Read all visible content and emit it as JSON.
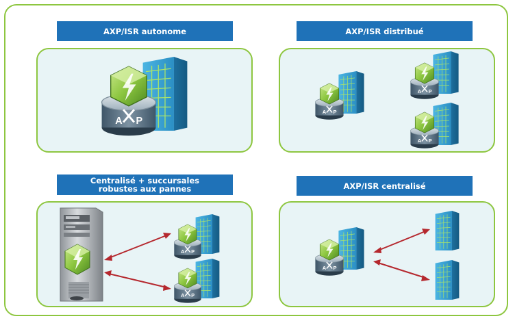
{
  "panels": {
    "top_left": {
      "title": "AXP/ISR autonome",
      "router_label": "AXP"
    },
    "top_right": {
      "title": "AXP/ISR distribué",
      "router_label": "AXP"
    },
    "bottom_left": {
      "title_line1": "Centralisé + succursales",
      "title_line2": "robustes aux pannes",
      "router_label": "AXP"
    },
    "bottom_right": {
      "title": "AXP/ISR centralisé",
      "router_label": "AXP"
    }
  },
  "colors": {
    "header": "#1f72b8",
    "panel_border": "#8dc63f",
    "panel_fill": "#e8f4f6",
    "arrow": "#b5282e",
    "building": "#3fa8d8",
    "router": "#6a7f8e"
  },
  "icons": [
    "router-icon",
    "building-icon",
    "server-tower-icon",
    "bidirectional-arrow-icon"
  ]
}
